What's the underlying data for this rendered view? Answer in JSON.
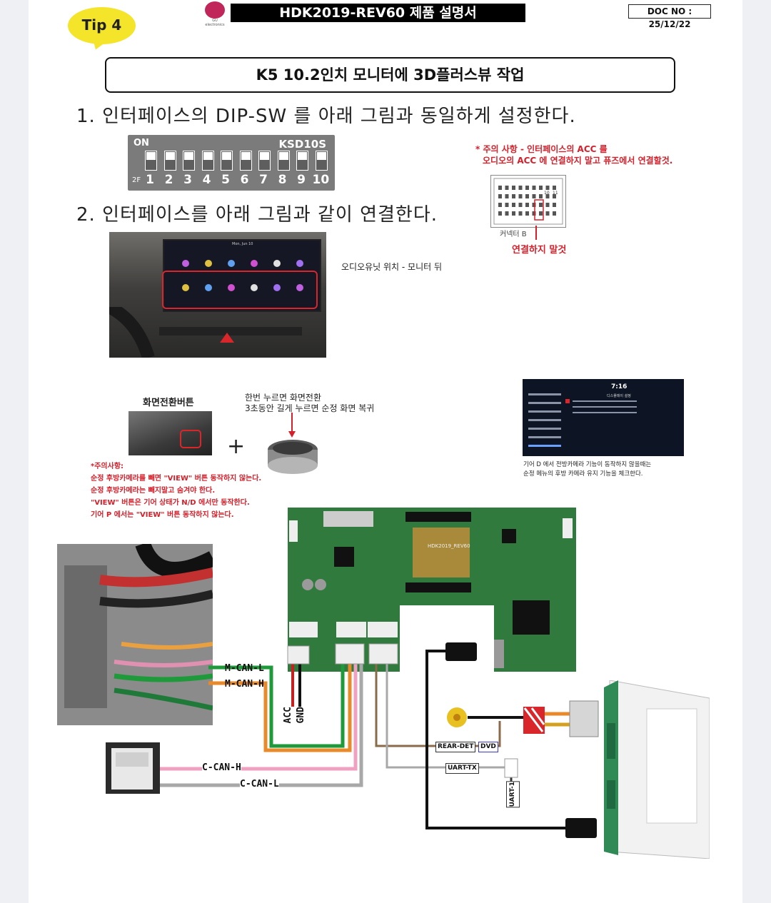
{
  "header": {
    "tip": "Tip 4",
    "logo_text": "GU electronics",
    "doc_title": "HDK2019-REV60   제품 설명서",
    "doc_no": "DOC NO : 25/12/22"
  },
  "banner": {
    "title": "K5  10.2인치 모니터에  3D플러스뷰 작업"
  },
  "step1": {
    "text": "1. 인터페이스의 DIP-SW 를 아래 그림과 동일하게 설정한다."
  },
  "dip_switch": {
    "on_label": "ON",
    "model": "KSD10S",
    "side_label": "2F",
    "numbers": [
      "1",
      "2",
      "3",
      "4",
      "5",
      "6",
      "7",
      "8",
      "9",
      "10"
    ]
  },
  "caution_acc": {
    "line1": "* 주의 사항 - 인터페이스의 ACC 를",
    "line2": "오디오의 ACC 에 연결하지 말고 퓨즈에서 연결할것.",
    "connector_label": "커넥터 B",
    "no_connect": "연결하지 말것",
    "pin_a": "10",
    "pin_b": "11"
  },
  "step2": {
    "text": "2. 인터페이스를 아래 그림과 같이 연결한다."
  },
  "dash_photo": {
    "date": "Mon, Jun 10"
  },
  "audio_location": {
    "text": "오디오유닛 위치 -  모니터 뒤"
  },
  "switch_section": {
    "button_title": "화면전환버튼",
    "knob_line1": "한번 누르면 화면전환",
    "knob_line2": "3초동안 길게 누르면 순정 화면 복귀",
    "plus": "+"
  },
  "cautions": {
    "title": "*주의사항:",
    "lines": [
      "순정 후방카메라를 빼면 \"VIEW\" 버튼 동작하지 않는다.",
      "순정 후방카메라는 빼지말고 숨겨야 한다.",
      "\"VIEW\" 버튼은 기어 상태가 N/D 에서만 동작한다.",
      "기어 P 에서는 \"VIEW\" 버튼 동작하지 않는다."
    ]
  },
  "screen_photo": {
    "time": "7:16",
    "menu_title": "디스플레이 설정",
    "note_line1": "기어 D 에서 전방카메라 기능이 동작하지 않을때는",
    "note_line2": "순정 메뉴의 후방 카메라 유지 기능을 체크한다."
  },
  "pcb": {
    "label": "HDK2019_REV60"
  },
  "wiring": {
    "m_can_l": "M-CAN-L",
    "m_can_h": "M-CAN-H",
    "acc": "ACC",
    "gnd": "GND",
    "c_can_h": "C-CAN-H",
    "c_can_l": "C-CAN-L",
    "rear_det": "REAR-DET",
    "dvd": "DVD",
    "uart_tx": "UART-TX",
    "uart_1": "UART-1"
  },
  "colors": {
    "tip_bg": "#f4e42a",
    "caution_red": "#d4202b",
    "pcb_green": "#2f7a3c",
    "wire_green": "#1f9a3a",
    "wire_orange": "#e88a2a",
    "wire_pink": "#f0a0c0",
    "wire_gray": "#a8a8a8",
    "wire_brown": "#8a6a4a",
    "wire_black": "#111111"
  }
}
